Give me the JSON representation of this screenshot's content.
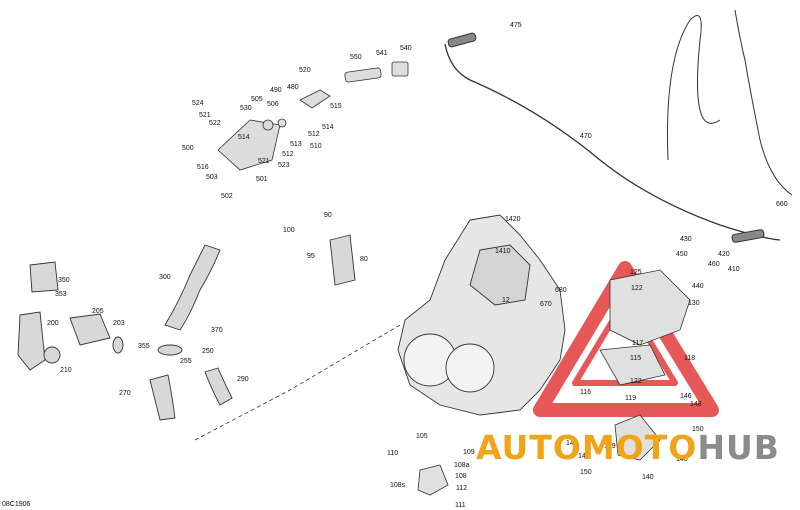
{
  "diagram_code": "08C1906",
  "watermark": {
    "part1": "AUTOMOTO",
    "part2": "HUB",
    "colors": {
      "primary": "#f0a418",
      "secondary": "#8b8b8b",
      "triangle": "#e23b3b"
    }
  },
  "labels": {
    "l475": "475",
    "l541": "541",
    "l540": "540",
    "l550": "550",
    "l520": "520",
    "l524": "524",
    "l505": "505",
    "l490": "490",
    "l480": "480",
    "l515": "515",
    "l521": "521",
    "l530": "530",
    "l506": "506",
    "l522": "522",
    "l514a": "514",
    "l512a": "512",
    "l514b": "514",
    "l513": "513",
    "l510": "510",
    "l500": "500",
    "l512b": "512",
    "l516": "516",
    "l521b": "521",
    "l523": "523",
    "l503": "503",
    "l501": "501",
    "l502": "502",
    "l470": "470",
    "l660": "660",
    "l90": "90",
    "l100": "100",
    "l95": "95",
    "l80": "80",
    "l1420": "1420",
    "l1410": "1410",
    "l680": "680",
    "l670": "670",
    "l12": "12",
    "l430": "430",
    "l450": "450",
    "l420": "420",
    "l460": "460",
    "l410": "410",
    "l440": "440",
    "l125": "125",
    "l122a": "122",
    "l130": "130",
    "l117": "117",
    "l115": "115",
    "l118": "118",
    "l116": "116",
    "l122b": "122",
    "l119": "119",
    "l146a": "146",
    "l148a": "148",
    "l150": "150",
    "l148b": "148",
    "l146b": "146",
    "l149": "149",
    "l146c": "146",
    "l150b": "150",
    "l140": "140",
    "l105": "105",
    "l110": "110",
    "l109": "109",
    "l108a": "108a",
    "l108": "108",
    "l108s": "108s",
    "l112": "112",
    "l111": "111",
    "l350": "350",
    "l353": "353",
    "l205": "205",
    "l203": "203",
    "l200": "200",
    "l210": "210",
    "l300": "300",
    "l370": "370",
    "l355": "355",
    "l250": "250",
    "l255": "255",
    "l270": "270",
    "l290": "290"
  }
}
